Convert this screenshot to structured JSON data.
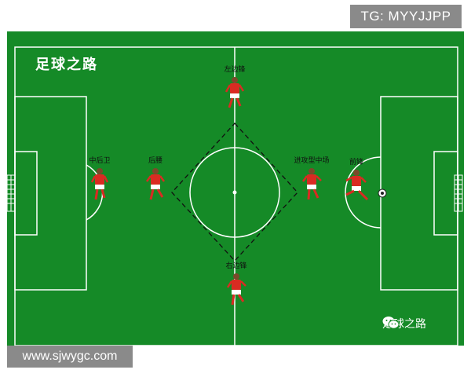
{
  "watermark_top": "TG: MYYJJPP",
  "watermark_bottom": "www.sjwygc.com",
  "brand_title": "足球之路",
  "brand_footer": "足球之路",
  "icons": [
    "wechat-icon"
  ],
  "colors": {
    "pitch": "#158a27",
    "lines": "#ffffff",
    "shirt": "#d92b22",
    "shorts": "#ffffff",
    "dashes": "#111111"
  },
  "players": [
    {
      "id": "left-winger",
      "label": "左边锋"
    },
    {
      "id": "centre-back",
      "label": "中后卫"
    },
    {
      "id": "full-back",
      "label": "后腰"
    },
    {
      "id": "attacking-midfielder",
      "label": "进攻型中场"
    },
    {
      "id": "striker",
      "label": "前锋"
    },
    {
      "id": "right-winger",
      "label": "右边锋"
    }
  ]
}
